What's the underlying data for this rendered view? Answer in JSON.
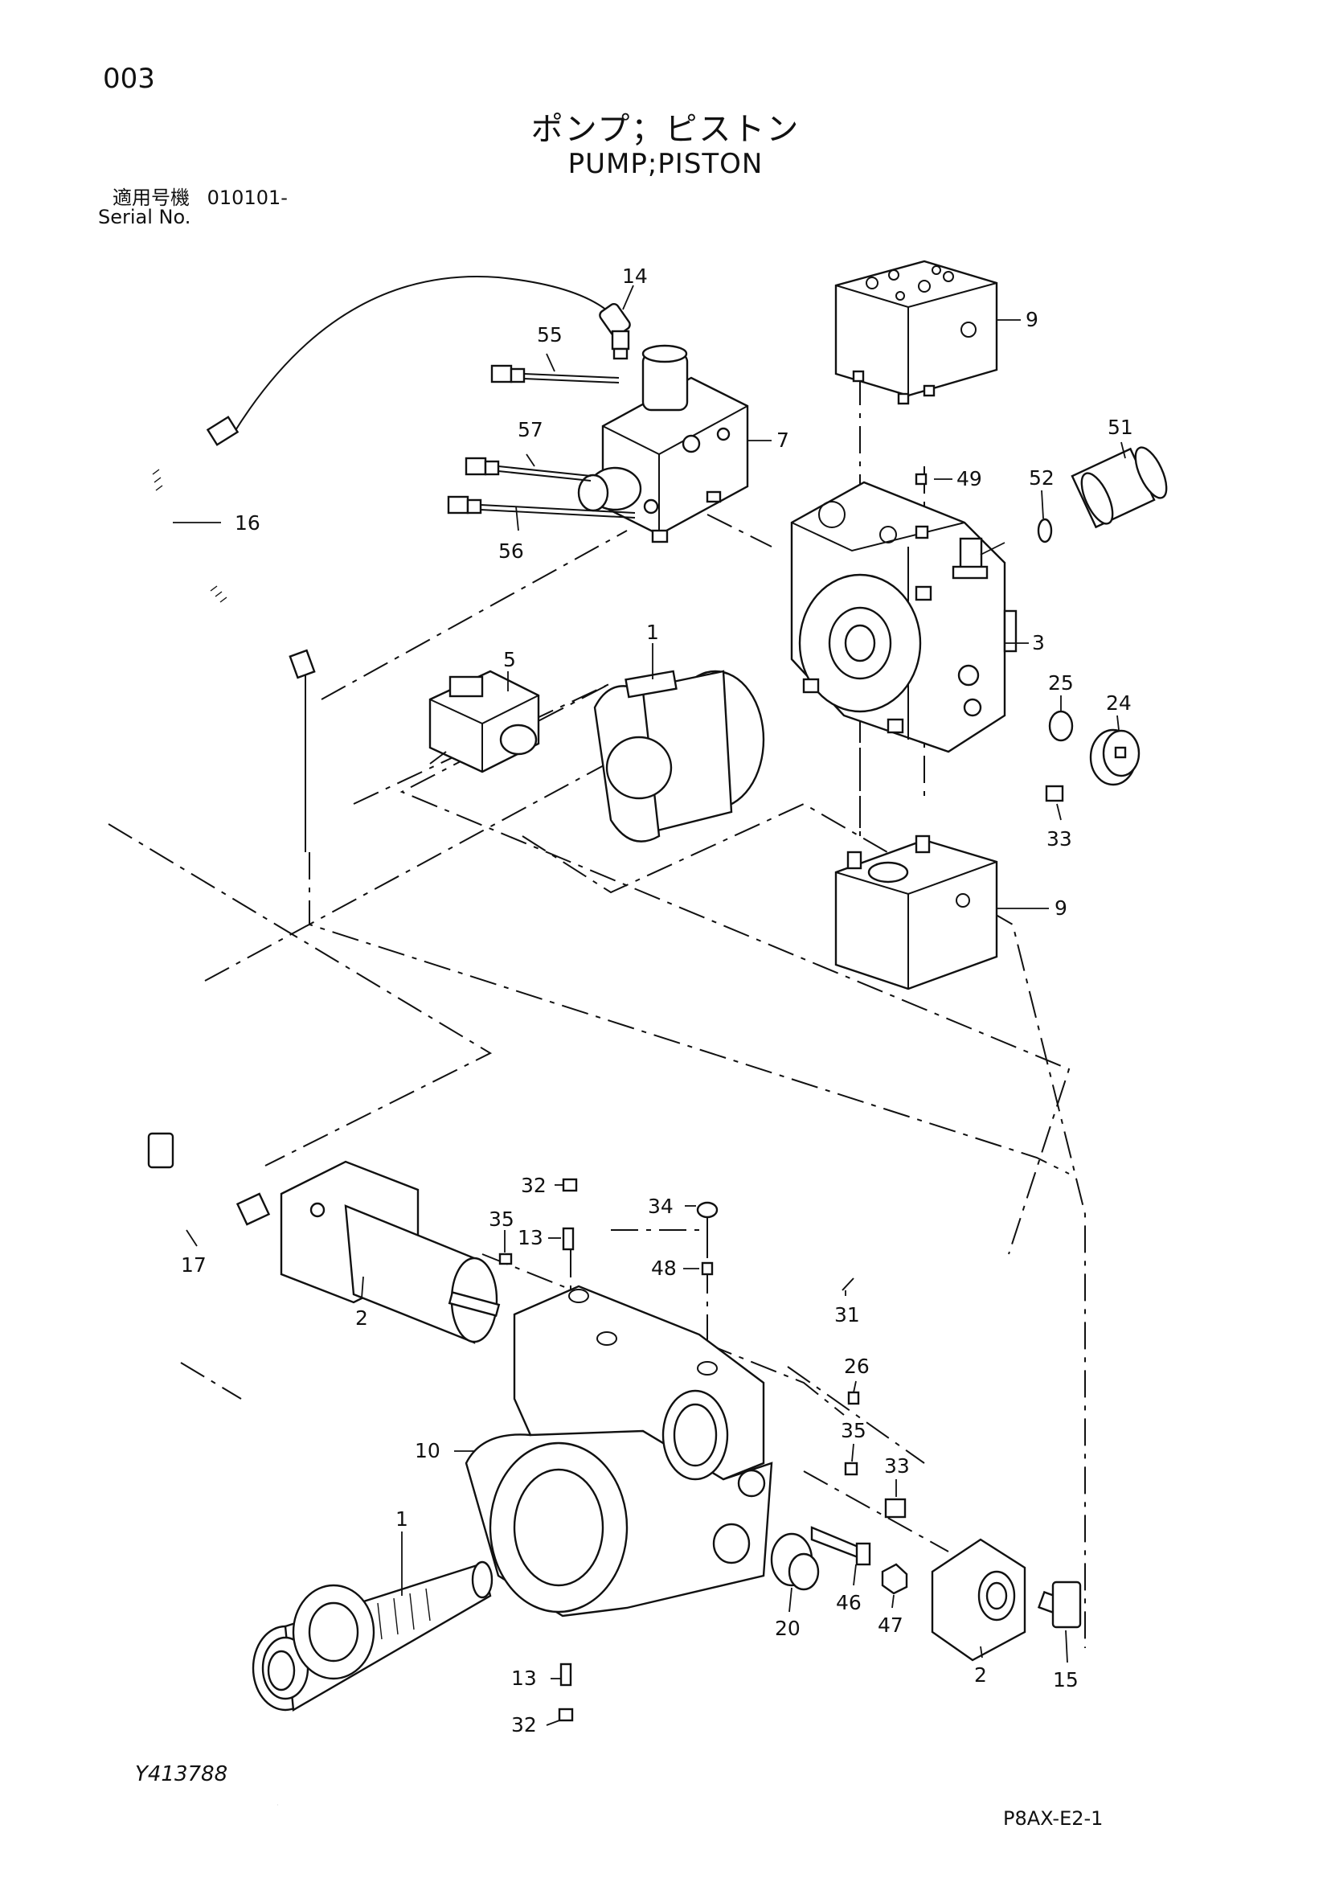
{
  "header": {
    "page_number": "003",
    "title_ja": "ポンプ；ピストン",
    "title_en": "PUMP;PISTON",
    "serial_label_ja": "適用号機",
    "serial_value": "010101-",
    "serial_label_en": "Serial No."
  },
  "callouts": [
    {
      "id": "c14",
      "label": "14"
    },
    {
      "id": "c55",
      "label": "55"
    },
    {
      "id": "c9a",
      "label": "9"
    },
    {
      "id": "c7",
      "label": "7"
    },
    {
      "id": "c57",
      "label": "57"
    },
    {
      "id": "c51",
      "label": "51"
    },
    {
      "id": "c49",
      "label": "49"
    },
    {
      "id": "c52",
      "label": "52"
    },
    {
      "id": "c16",
      "label": "16"
    },
    {
      "id": "c56",
      "label": "56"
    },
    {
      "id": "c1a",
      "label": "1"
    },
    {
      "id": "c3",
      "label": "3"
    },
    {
      "id": "c5",
      "label": "5"
    },
    {
      "id": "c25",
      "label": "25"
    },
    {
      "id": "c24",
      "label": "24"
    },
    {
      "id": "c33a",
      "label": "33"
    },
    {
      "id": "c9b",
      "label": "9"
    },
    {
      "id": "c32a",
      "label": "32"
    },
    {
      "id": "c34",
      "label": "34"
    },
    {
      "id": "c35a",
      "label": "35"
    },
    {
      "id": "c13a",
      "label": "13"
    },
    {
      "id": "c48",
      "label": "48"
    },
    {
      "id": "c17",
      "label": "17"
    },
    {
      "id": "c2a",
      "label": "2"
    },
    {
      "id": "c31",
      "label": "31"
    },
    {
      "id": "c26",
      "label": "26"
    },
    {
      "id": "c35b",
      "label": "35"
    },
    {
      "id": "c10",
      "label": "10"
    },
    {
      "id": "c33b",
      "label": "33"
    },
    {
      "id": "c1b",
      "label": "1"
    },
    {
      "id": "c46",
      "label": "46"
    },
    {
      "id": "c47",
      "label": "47"
    },
    {
      "id": "c20",
      "label": "20"
    },
    {
      "id": "c13b",
      "label": "13"
    },
    {
      "id": "c2b",
      "label": "2"
    },
    {
      "id": "c15",
      "label": "15"
    },
    {
      "id": "c32b",
      "label": "32"
    }
  ],
  "footer": {
    "doc_code": "Y413788",
    "sheet_code": "P8AX-E2-1"
  }
}
